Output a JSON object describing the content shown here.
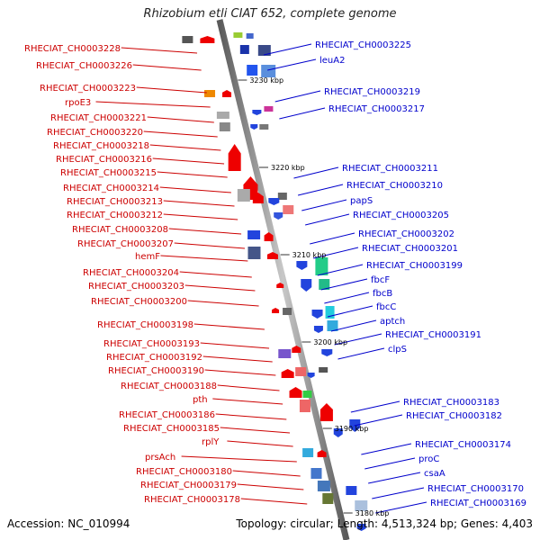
{
  "title": "Rhizobium etli CIAT 652, complete genome",
  "footer": {
    "accession": "Accession: NC_010994",
    "summary": "Topology: circular; Length: 4,513,324 bp; Genes: 4,403"
  },
  "colors": {
    "left_label": "#cc0000",
    "right_label": "#0000cc",
    "tick": "#0a8a0a",
    "backbone": "#8c8c8c"
  },
  "kbp_ticks": [
    "3230 kbp",
    "3220 kbp",
    "3210 kbp",
    "3200 kbp",
    "3190 kbp",
    "3180 kbp"
  ],
  "left_labels": [
    "RHECIAT_CH0003228",
    "RHECIAT_CH0003226",
    "RHECIAT_CH0003223",
    "rpoE3",
    "RHECIAT_CH0003221",
    "RHECIAT_CH0003220",
    "RHECIAT_CH0003218",
    "RHECIAT_CH0003216",
    "RHECIAT_CH0003215",
    "RHECIAT_CH0003214",
    "RHECIAT_CH0003213",
    "RHECIAT_CH0003212",
    "RHECIAT_CH0003208",
    "RHECIAT_CH0003207",
    "hemF",
    "RHECIAT_CH0003204",
    "RHECIAT_CH0003203",
    "RHECIAT_CH0003200",
    "RHECIAT_CH0003198",
    "RHECIAT_CH0003193",
    "RHECIAT_CH0003192",
    "RHECIAT_CH0003190",
    "RHECIAT_CH0003188",
    "pth",
    "RHECIAT_CH0003186",
    "RHECIAT_CH0003185",
    "rplY",
    "prsAch",
    "RHECIAT_CH0003180",
    "RHECIAT_CH0003179",
    "RHECIAT_CH0003178"
  ],
  "right_labels": [
    "RHECIAT_CH0003225",
    "leuA2",
    "RHECIAT_CH0003219",
    "RHECIAT_CH0003217",
    "RHECIAT_CH0003211",
    "RHECIAT_CH0003210",
    "papS",
    "RHECIAT_CH0003205",
    "RHECIAT_CH0003202",
    "RHECIAT_CH0003201",
    "RHECIAT_CH0003199",
    "fbcF",
    "fbcB",
    "fbcC",
    "aptch",
    "RHECIAT_CH0003191",
    "clpS",
    "RHECIAT_CH0003183",
    "RHECIAT_CH0003182",
    "RHECIAT_CH0003174",
    "proC",
    "csaA",
    "RHECIAT_CH0003170",
    "RHECIAT_CH0003169"
  ]
}
